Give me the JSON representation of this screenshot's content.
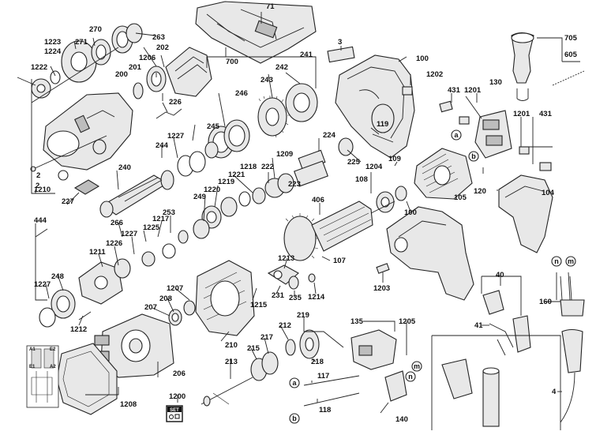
{
  "labels": [
    {
      "id": "71",
      "text": "71"
    },
    {
      "id": "700",
      "text": "700"
    },
    {
      "id": "3",
      "text": "3"
    },
    {
      "id": "100a",
      "text": "100"
    },
    {
      "id": "705",
      "text": "705"
    },
    {
      "id": "605",
      "text": "605"
    },
    {
      "id": "270",
      "text": "270"
    },
    {
      "id": "263",
      "text": "263"
    },
    {
      "id": "1223",
      "text": "1223"
    },
    {
      "id": "271",
      "text": "271"
    },
    {
      "id": "1224",
      "text": "1224"
    },
    {
      "id": "202",
      "text": "202"
    },
    {
      "id": "1222",
      "text": "1222"
    },
    {
      "id": "1206",
      "text": "1206"
    },
    {
      "id": "200",
      "text": "200"
    },
    {
      "id": "201",
      "text": "201"
    },
    {
      "id": "2",
      "text": "2"
    },
    {
      "id": "241",
      "text": "241"
    },
    {
      "id": "242",
      "text": "242"
    },
    {
      "id": "243",
      "text": "243"
    },
    {
      "id": "1202",
      "text": "1202"
    },
    {
      "id": "431a",
      "text": "431"
    },
    {
      "id": "1201a",
      "text": "1201"
    },
    {
      "id": "130",
      "text": "130"
    },
    {
      "id": "226",
      "text": "226"
    },
    {
      "id": "246",
      "text": "246"
    },
    {
      "id": "119",
      "text": "119"
    },
    {
      "id": "1201b",
      "text": "1201"
    },
    {
      "id": "431b",
      "text": "431"
    },
    {
      "id": "245",
      "text": "245"
    },
    {
      "id": "1227a",
      "text": "1227"
    },
    {
      "id": "224",
      "text": "224"
    },
    {
      "id": "244",
      "text": "244"
    },
    {
      "id": "1209",
      "text": "1209"
    },
    {
      "id": "225",
      "text": "225"
    },
    {
      "id": "109",
      "text": "109"
    },
    {
      "id": "1218",
      "text": "1218"
    },
    {
      "id": "222",
      "text": "222"
    },
    {
      "id": "1204",
      "text": "1204"
    },
    {
      "id": "2b",
      "text": "2"
    },
    {
      "id": "1221",
      "text": "1221"
    },
    {
      "id": "223",
      "text": "223"
    },
    {
      "id": "240",
      "text": "240"
    },
    {
      "id": "1219",
      "text": "1219"
    },
    {
      "id": "108",
      "text": "108"
    },
    {
      "id": "120",
      "text": "120"
    },
    {
      "id": "104",
      "text": "104"
    },
    {
      "id": "1210",
      "text": "1210"
    },
    {
      "id": "1220",
      "text": "1220"
    },
    {
      "id": "249",
      "text": "249"
    },
    {
      "id": "105",
      "text": "105"
    },
    {
      "id": "227",
      "text": "227"
    },
    {
      "id": "406",
      "text": "406"
    },
    {
      "id": "253",
      "text": "253"
    },
    {
      "id": "444",
      "text": "444"
    },
    {
      "id": "1217",
      "text": "1217"
    },
    {
      "id": "100b",
      "text": "100"
    },
    {
      "id": "266",
      "text": "266"
    },
    {
      "id": "1225",
      "text": "1225"
    },
    {
      "id": "1227b",
      "text": "1227"
    },
    {
      "id": "1226",
      "text": "1226"
    },
    {
      "id": "1211",
      "text": "1211"
    },
    {
      "id": "1213",
      "text": "1213"
    },
    {
      "id": "107",
      "text": "107"
    },
    {
      "id": "248",
      "text": "248"
    },
    {
      "id": "1227c",
      "text": "1227"
    },
    {
      "id": "1203",
      "text": "1203"
    },
    {
      "id": "231",
      "text": "231"
    },
    {
      "id": "235",
      "text": "235"
    },
    {
      "id": "1214",
      "text": "1214"
    },
    {
      "id": "1207",
      "text": "1207"
    },
    {
      "id": "40",
      "text": "40"
    },
    {
      "id": "208",
      "text": "208"
    },
    {
      "id": "207",
      "text": "207"
    },
    {
      "id": "1215",
      "text": "1215"
    },
    {
      "id": "160",
      "text": "160"
    },
    {
      "id": "1212",
      "text": "1212"
    },
    {
      "id": "219",
      "text": "219"
    },
    {
      "id": "212",
      "text": "212"
    },
    {
      "id": "135",
      "text": "135"
    },
    {
      "id": "1205",
      "text": "1205"
    },
    {
      "id": "41",
      "text": "41"
    },
    {
      "id": "217",
      "text": "217"
    },
    {
      "id": "210",
      "text": "210"
    },
    {
      "id": "215",
      "text": "215"
    },
    {
      "id": "218",
      "text": "218"
    },
    {
      "id": "206",
      "text": "206"
    },
    {
      "id": "213",
      "text": "213"
    },
    {
      "id": "117",
      "text": "117"
    },
    {
      "id": "1200",
      "text": "1200"
    },
    {
      "id": "1208",
      "text": "1208"
    },
    {
      "id": "118",
      "text": "118"
    },
    {
      "id": "140",
      "text": "140"
    },
    {
      "id": "4",
      "text": "4"
    }
  ],
  "callouts": [
    {
      "id": "a1",
      "text": "a"
    },
    {
      "id": "b1",
      "text": "b"
    },
    {
      "id": "n1",
      "text": "n"
    },
    {
      "id": "m1",
      "text": "m"
    },
    {
      "id": "a2",
      "text": "a"
    },
    {
      "id": "b2",
      "text": "b"
    },
    {
      "id": "n2",
      "text": "n"
    },
    {
      "id": "m2",
      "text": "m"
    }
  ],
  "set_badge": "SET",
  "wiring_inset": {
    "a1": "A1",
    "e1": "E1",
    "e2": "E2",
    "a2": "A2"
  }
}
